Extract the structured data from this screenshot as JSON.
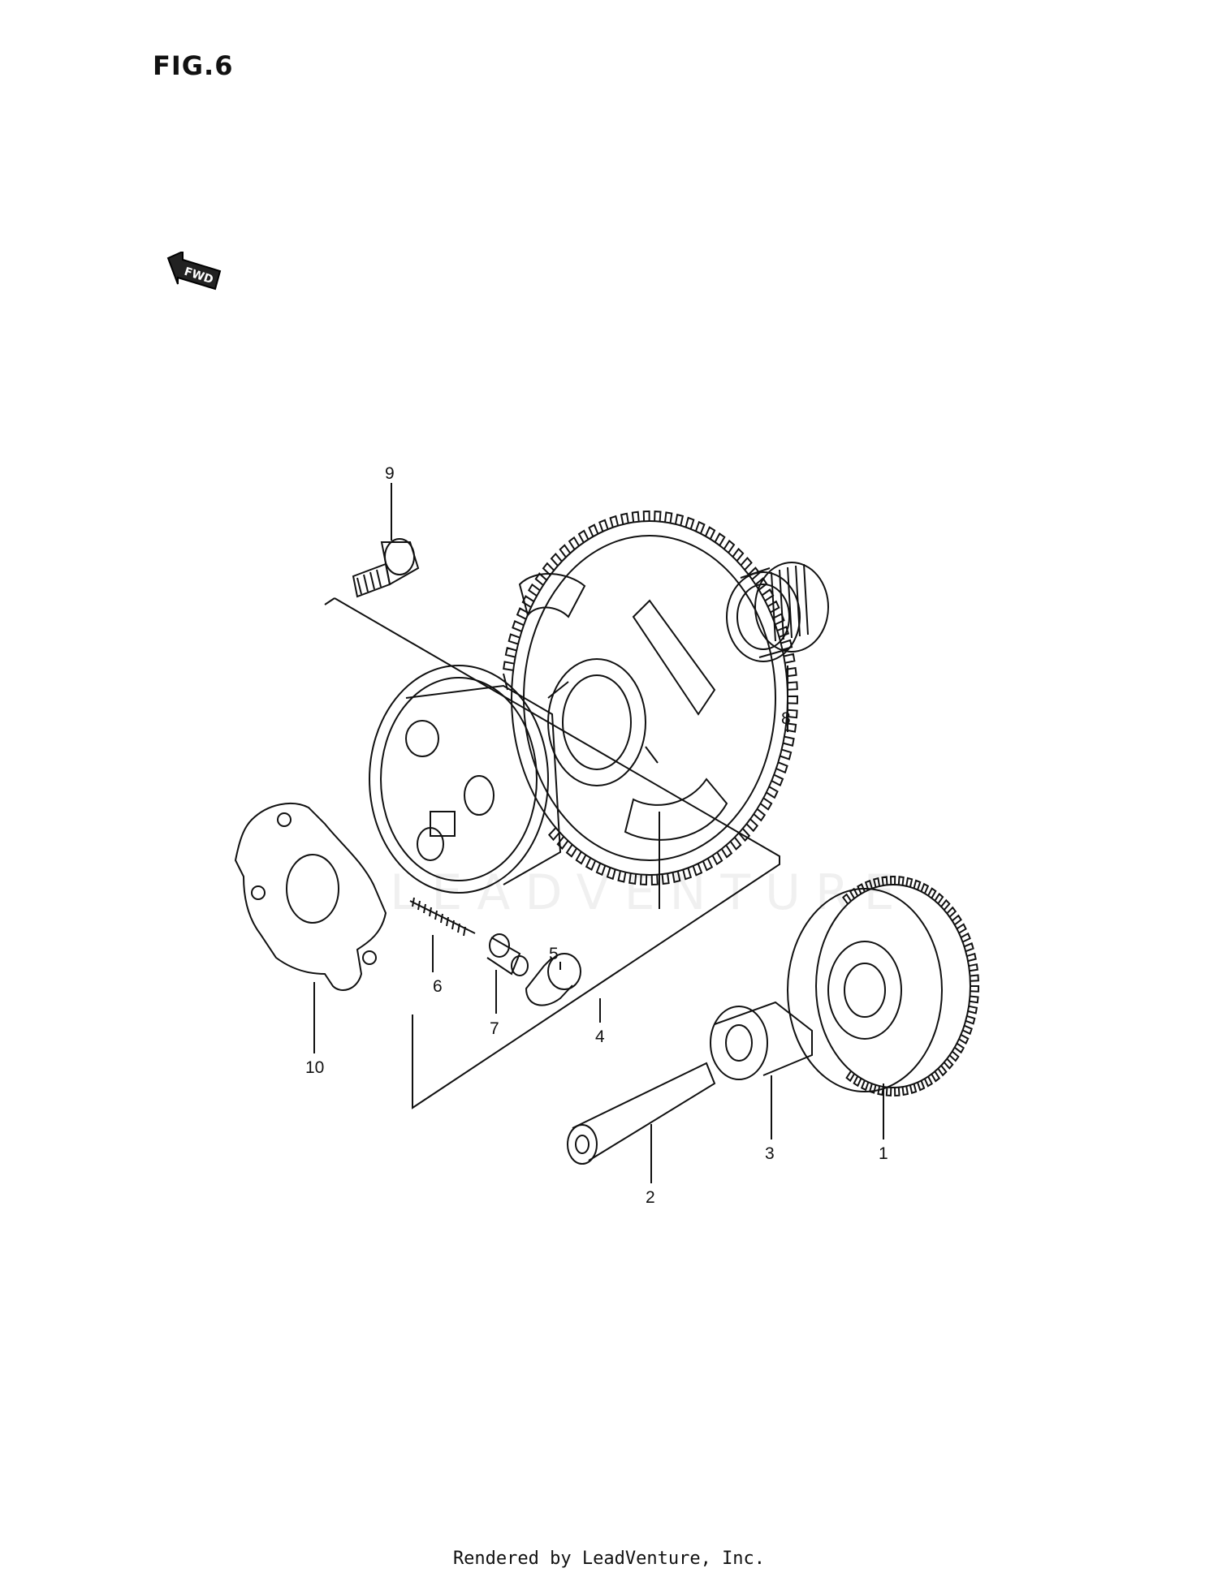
{
  "figure": {
    "title": "FIG.6",
    "direction_badge": "FWD",
    "direction_icon": "forward-arrow-icon",
    "watermark": "LEADVENTURE"
  },
  "callouts": [
    {
      "id": "1",
      "label": "1",
      "part": "gear"
    },
    {
      "id": "2",
      "label": "2",
      "part": "shaft"
    },
    {
      "id": "3",
      "label": "3",
      "part": "spacer"
    },
    {
      "id": "4",
      "label": "4",
      "part": "starter-clutch-assembly"
    },
    {
      "id": "5",
      "label": "5",
      "part": "roller"
    },
    {
      "id": "6",
      "label": "6",
      "part": "spring"
    },
    {
      "id": "7",
      "label": "7",
      "part": "plunger"
    },
    {
      "id": "8",
      "label": "8",
      "part": "needle-bearing"
    },
    {
      "id": "9",
      "label": "9",
      "part": "bolt"
    },
    {
      "id": "10",
      "label": "10",
      "part": "plate"
    }
  ],
  "footer": {
    "text": "Rendered by LeadVenture, Inc."
  },
  "colors": {
    "ink": "#111111",
    "paper": "#ffffff"
  }
}
